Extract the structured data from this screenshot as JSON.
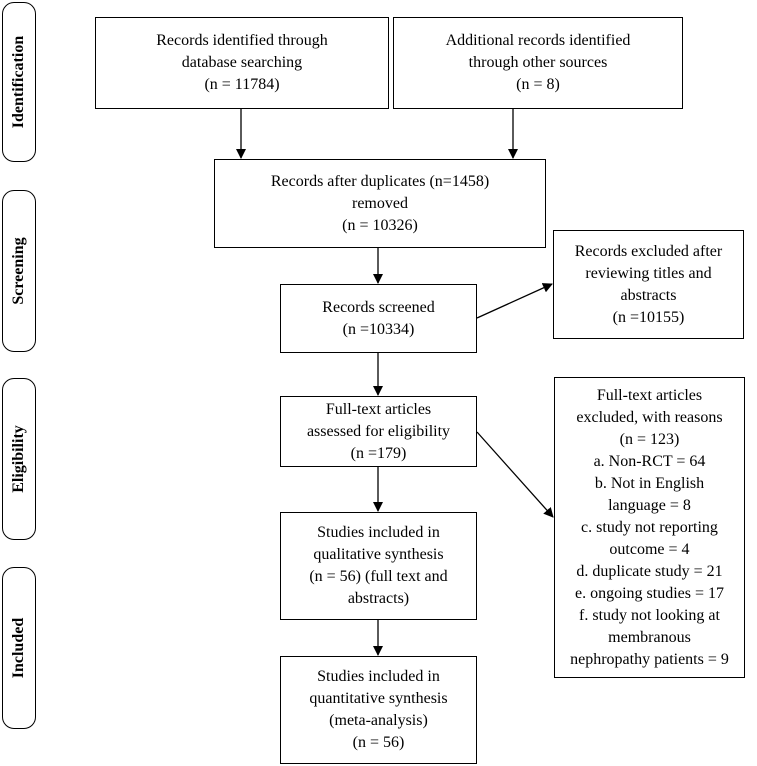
{
  "phases": {
    "identification": "Identification",
    "screening": "Screening",
    "eligibility": "Eligibility",
    "included": "Included"
  },
  "boxes": {
    "db_search": "Records identified through\ndatabase searching\n(n = 11784)",
    "other_sources": "Additional records identified\nthrough other sources\n(n = 8)",
    "after_duplicates": "Records after duplicates (n=1458)\nremoved\n(n = 10326)",
    "screened": "Records screened\n(n =10334)",
    "excluded_titles": "Records excluded after\nreviewing titles and\nabstracts\n(n =10155)",
    "full_text": "Full-text articles\nassessed for eligibility\n(n =179)",
    "full_text_excluded": "Full-text articles\nexcluded, with reasons\n(n = 123)\na. Non-RCT = 64\nb. Not in English\nlanguage = 8\nc. study not reporting\noutcome = 4\nd. duplicate study = 21\ne. ongoing studies = 17\nf. study not looking at\nmembranous\nnephropathy patients = 9",
    "qualitative": "Studies included in\nqualitative synthesis\n(n = 56) (full text and\nabstracts)",
    "quantitative": "Studies included in\nquantitative synthesis\n(meta-analysis)\n(n = 56)"
  }
}
